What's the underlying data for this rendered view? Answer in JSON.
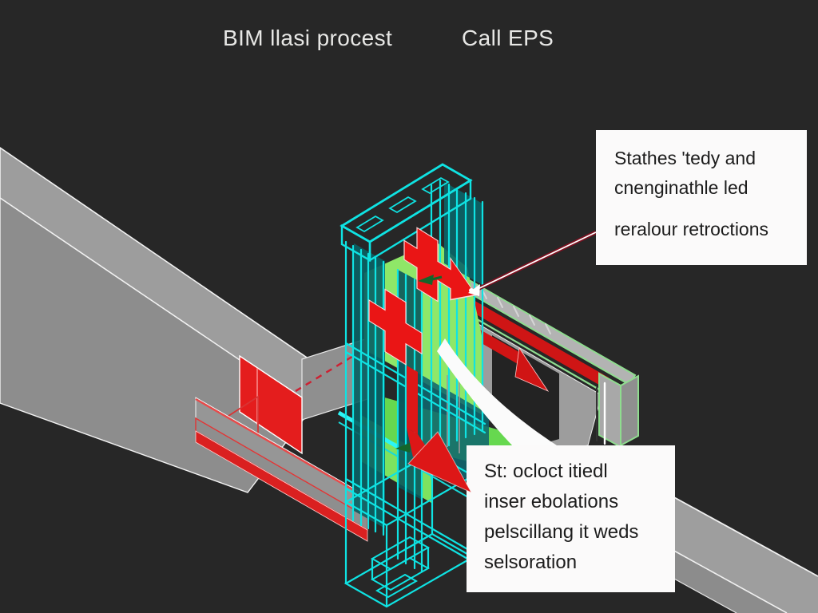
{
  "titles": {
    "left": "BIM llasi procest",
    "right": "Call EPS"
  },
  "callouts": {
    "top_right": {
      "lines": [
        "Stathes 'tedy and",
        "cnenginathle led",
        "reralour retroctions"
      ]
    },
    "bottom_center": {
      "lines": [
        "St: ocloct itiedl",
        "inser ebolations",
        "pelscillang it weds",
        "selsoration"
      ]
    }
  },
  "colors": {
    "background": "#272727",
    "wireframe_cyan": "#0fe3e3",
    "teal_face_fill": "#0a5f63",
    "panel_green": "#8fe768",
    "frame_green": "#8fdc8f",
    "highlight_red": "#e01c1c",
    "leader_dark_red": "#7d1020",
    "steel_gray": "#9a9a9a",
    "edge_white": "#f2f2f2",
    "callout_background": "#fbfafa",
    "callout_text": "#1c1c1c",
    "title_text": "#e7e7e5"
  }
}
